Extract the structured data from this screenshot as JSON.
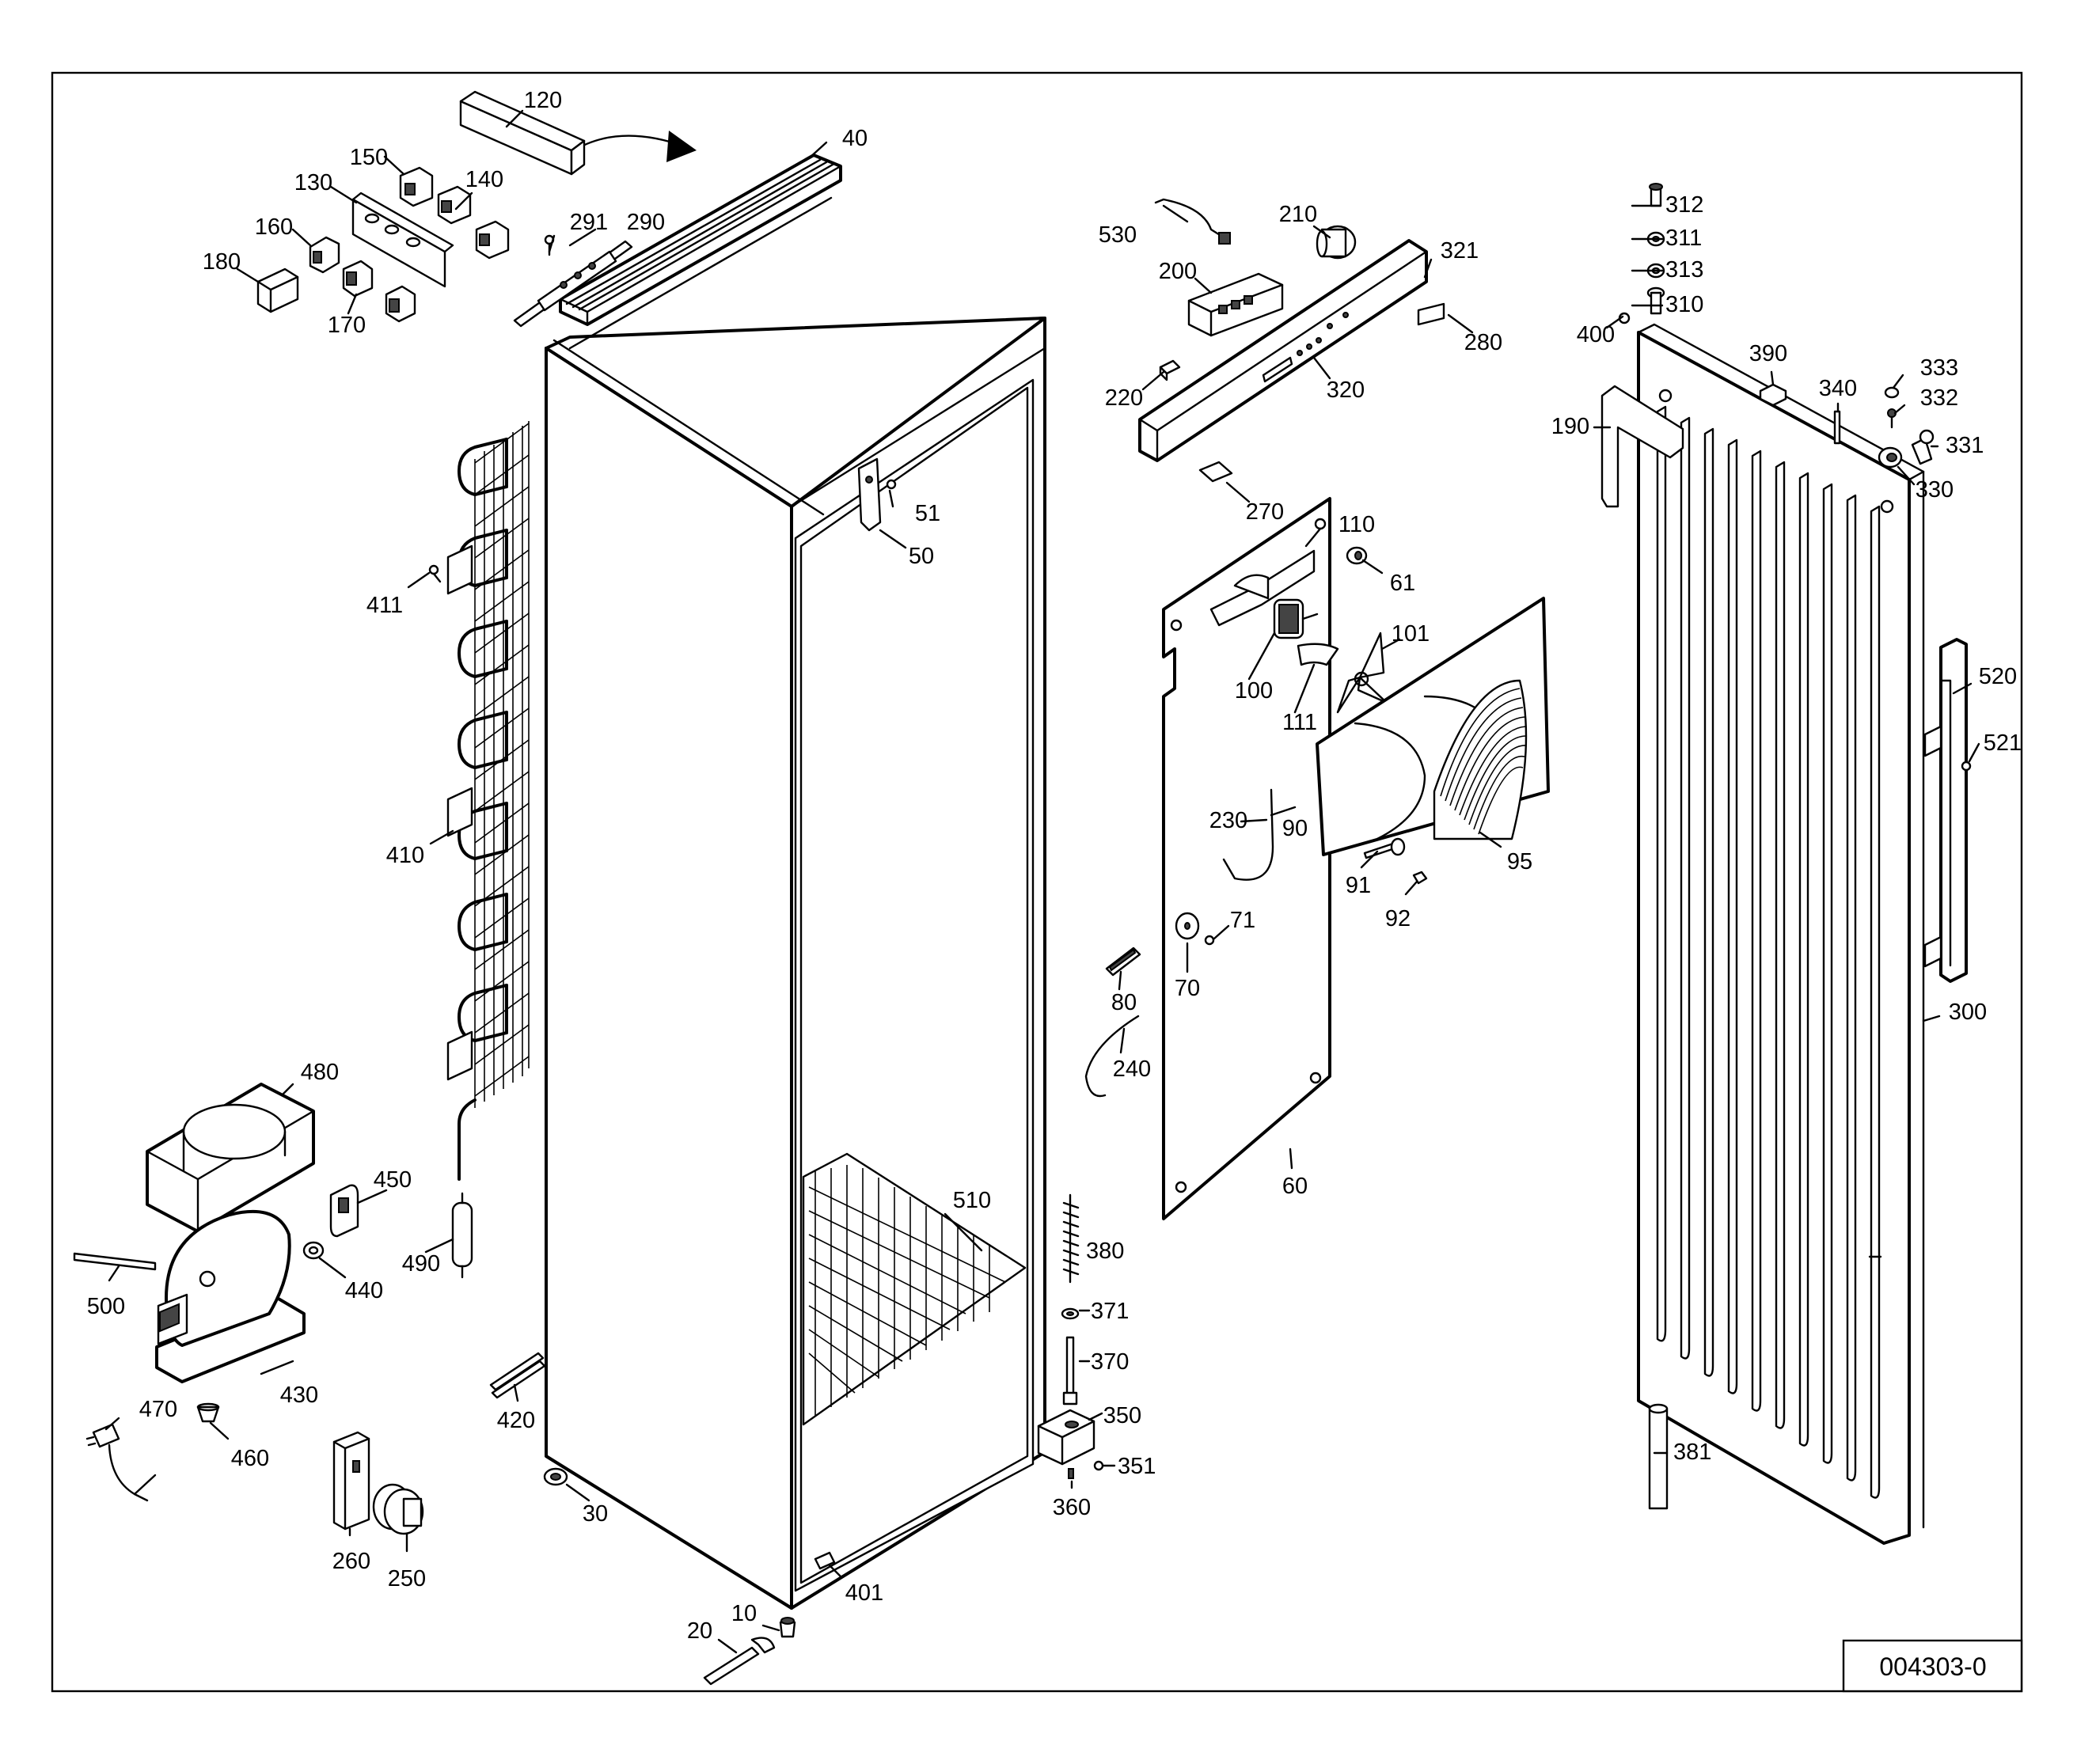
{
  "drawing_number": "004303-0",
  "callouts": [
    {
      "id": "cab",
      "label": "10"
    },
    {
      "id": "wrench",
      "label": "20"
    },
    {
      "id": "foot",
      "label": "30"
    },
    {
      "id": "grille_top",
      "label": "40"
    },
    {
      "id": "hinge_top",
      "label": "50"
    },
    {
      "id": "hinge_screw",
      "label": "51"
    },
    {
      "id": "panel",
      "label": "60"
    },
    {
      "id": "panel_clip",
      "label": "61"
    },
    {
      "id": "disc",
      "label": "70"
    },
    {
      "id": "disc_screw",
      "label": "71"
    },
    {
      "id": "clip",
      "label": "80"
    },
    {
      "id": "fan_cover",
      "label": "90"
    },
    {
      "id": "fan_screw",
      "label": "91"
    },
    {
      "id": "fan_nut",
      "label": "92"
    },
    {
      "id": "fan_grille",
      "label": "95"
    },
    {
      "id": "motor",
      "label": "100"
    },
    {
      "id": "fan_blade",
      "label": "101"
    },
    {
      "id": "bracket",
      "label": "110"
    },
    {
      "id": "bracket2",
      "label": "111"
    },
    {
      "id": "cover120",
      "label": "120"
    },
    {
      "id": "plate130",
      "label": "130"
    },
    {
      "id": "sw140",
      "label": "140"
    },
    {
      "id": "sw150",
      "label": "150"
    },
    {
      "id": "sw160",
      "label": "160"
    },
    {
      "id": "sw170",
      "label": "170"
    },
    {
      "id": "cap180",
      "label": "180"
    },
    {
      "id": "handle_top",
      "label": "190"
    },
    {
      "id": "ctrl",
      "label": "200"
    },
    {
      "id": "lamp",
      "label": "210"
    },
    {
      "id": "knob",
      "label": "220"
    },
    {
      "id": "sensor",
      "label": "230"
    },
    {
      "id": "sensor2",
      "label": "240"
    },
    {
      "id": "relay",
      "label": "250"
    },
    {
      "id": "starter",
      "label": "260"
    },
    {
      "id": "cover270",
      "label": "270"
    },
    {
      "id": "cover280",
      "label": "280"
    },
    {
      "id": "light",
      "label": "290"
    },
    {
      "id": "screw291",
      "label": "291"
    },
    {
      "id": "door",
      "label": "300"
    },
    {
      "id": "b310",
      "label": "310"
    },
    {
      "id": "b311",
      "label": "311"
    },
    {
      "id": "b312",
      "label": "312"
    },
    {
      "id": "b313",
      "label": "313"
    },
    {
      "id": "bar320",
      "label": "320"
    },
    {
      "id": "bar321",
      "label": "321"
    },
    {
      "id": "lock330",
      "label": "330"
    },
    {
      "id": "key331",
      "label": "331"
    },
    {
      "id": "s332",
      "label": "332"
    },
    {
      "id": "w333",
      "label": "333"
    },
    {
      "id": "pin340",
      "label": "340"
    },
    {
      "id": "hinge350",
      "label": "350"
    },
    {
      "id": "s351",
      "label": "351"
    },
    {
      "id": "s360",
      "label": "360"
    },
    {
      "id": "pin370",
      "label": "370"
    },
    {
      "id": "w371",
      "label": "371"
    },
    {
      "id": "spring380",
      "label": "380"
    },
    {
      "id": "bush381",
      "label": "381"
    },
    {
      "id": "cap390",
      "label": "390"
    },
    {
      "id": "s400",
      "label": "400"
    },
    {
      "id": "s401",
      "label": "401"
    },
    {
      "id": "cond410",
      "label": "410"
    },
    {
      "id": "s411",
      "label": "411"
    },
    {
      "id": "rod420",
      "label": "420"
    },
    {
      "id": "comp430",
      "label": "430"
    },
    {
      "id": "grom440",
      "label": "440"
    },
    {
      "id": "rel450",
      "label": "450"
    },
    {
      "id": "foot460",
      "label": "460"
    },
    {
      "id": "cable470",
      "label": "470"
    },
    {
      "id": "tray480",
      "label": "480"
    },
    {
      "id": "dryer490",
      "label": "490"
    },
    {
      "id": "pipe500",
      "label": "500"
    },
    {
      "id": "shelf510",
      "label": "510"
    },
    {
      "id": "handle520",
      "label": "520"
    },
    {
      "id": "s521",
      "label": "521"
    },
    {
      "id": "wire530",
      "label": "530"
    }
  ]
}
